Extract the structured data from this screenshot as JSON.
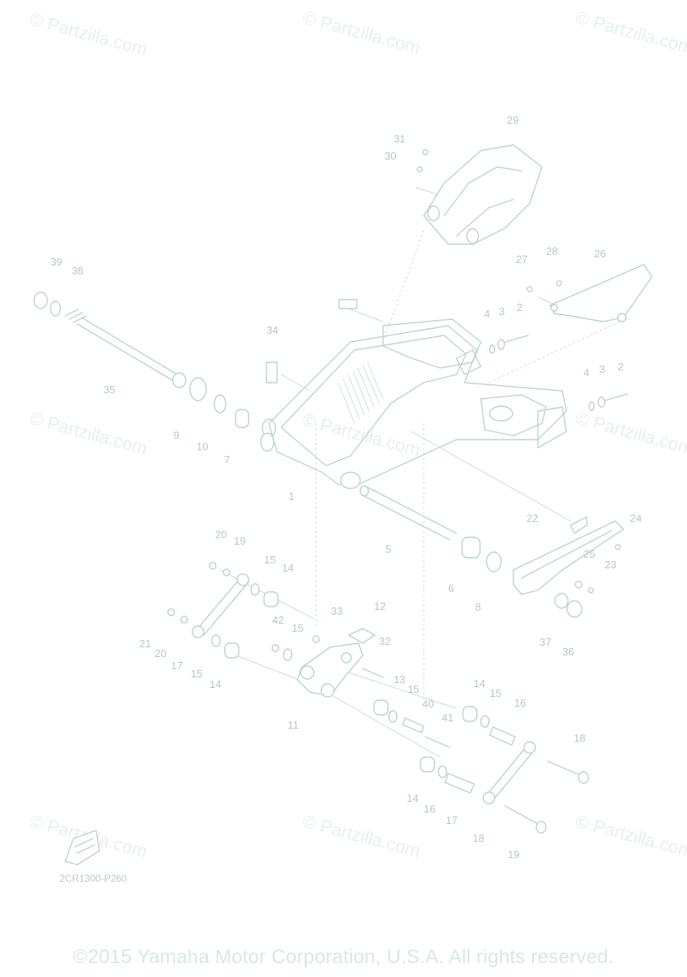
{
  "watermark": "© Partzilla.com",
  "diagram_code": "2CR1300-P260",
  "copyright": "©2015 Yamaha Motor Corporation, U.S.A. All rights reserved.",
  "callouts": [
    "1",
    "2",
    "2",
    "3",
    "3",
    "4",
    "4",
    "5",
    "6",
    "7",
    "8",
    "9",
    "10",
    "11",
    "12",
    "13",
    "14",
    "14",
    "14",
    "14",
    "15",
    "15",
    "15",
    "15",
    "15",
    "16",
    "16",
    "17",
    "17",
    "18",
    "18",
    "19",
    "19",
    "20",
    "20",
    "21",
    "22",
    "23",
    "24",
    "25",
    "26",
    "27",
    "28",
    "29",
    "30",
    "31",
    "32",
    "33",
    "34",
    "35",
    "36",
    "37",
    "38",
    "39",
    "40",
    "41",
    "42"
  ]
}
